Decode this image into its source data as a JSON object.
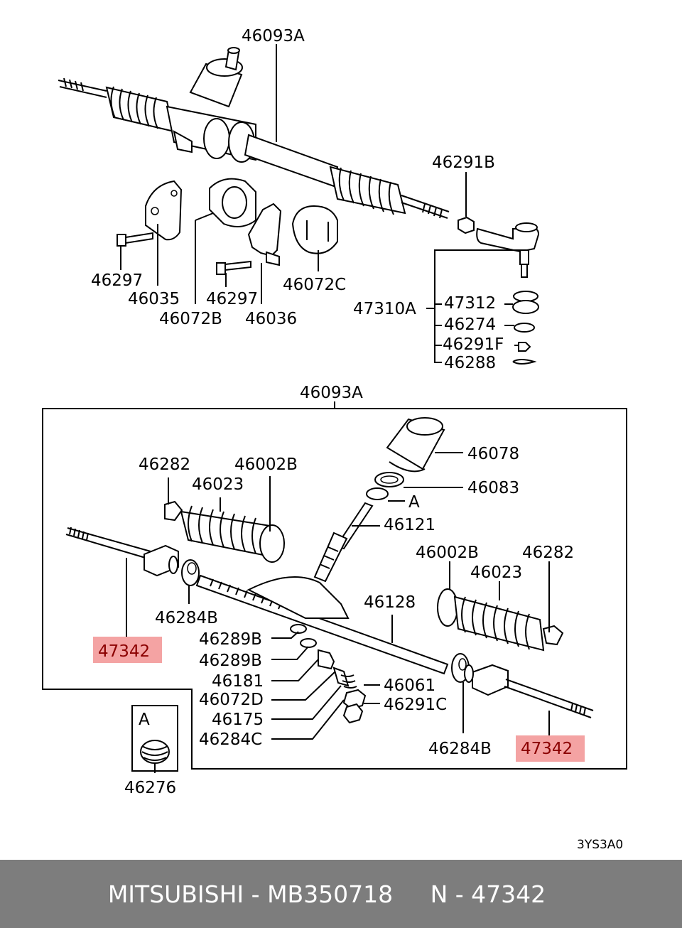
{
  "labels": {
    "rack_top": "46093A",
    "nut_46291b": "46291B",
    "bolt_left": "46297",
    "bracket_46035": "46035",
    "bush_46072b": "46072B",
    "bolt_mid": "46297",
    "bracket_46036": "46036",
    "bush_46072c": "46072C",
    "tie_end_assy": "47310A",
    "kit_47312": "47312",
    "clip_46274": "46274",
    "nut_46291f": "46291F",
    "pin_46288": "46288",
    "rack_detail": "46093A",
    "housing_46078": "46078",
    "seal_46083": "46083",
    "ref_a_pinion": "A",
    "pinion_46121": "46121",
    "band_left": "46282",
    "bellows_left": "46002B",
    "clamp_left": "46023",
    "rack_46128": "46128",
    "bellows_right": "46002B",
    "clamp_right": "46023",
    "band_right": "46282",
    "washer_left": "46284B",
    "tie_rod_left": "47342",
    "ring_1": "46289B",
    "ring_2": "46289B",
    "yoke_46181": "46181",
    "bush_46072d": "46072D",
    "spring_46175": "46175",
    "washer_46284c": "46284C",
    "cap_46061": "46061",
    "nut_46291c": "46291C",
    "washer_right": "46284B",
    "tie_rod_right": "47342",
    "inset_ref": "A",
    "inset_part": "46276",
    "figure_code": "3YS3A0"
  },
  "highlight": {
    "fill": "#f4a3a3",
    "text": "#8b0000"
  },
  "footer": {
    "brand": "MITSUBISHI",
    "sep1": " - ",
    "part_number": "MB350718",
    "gap": "     ",
    "callout": "N - 47342",
    "background": "#7d7d7d"
  }
}
